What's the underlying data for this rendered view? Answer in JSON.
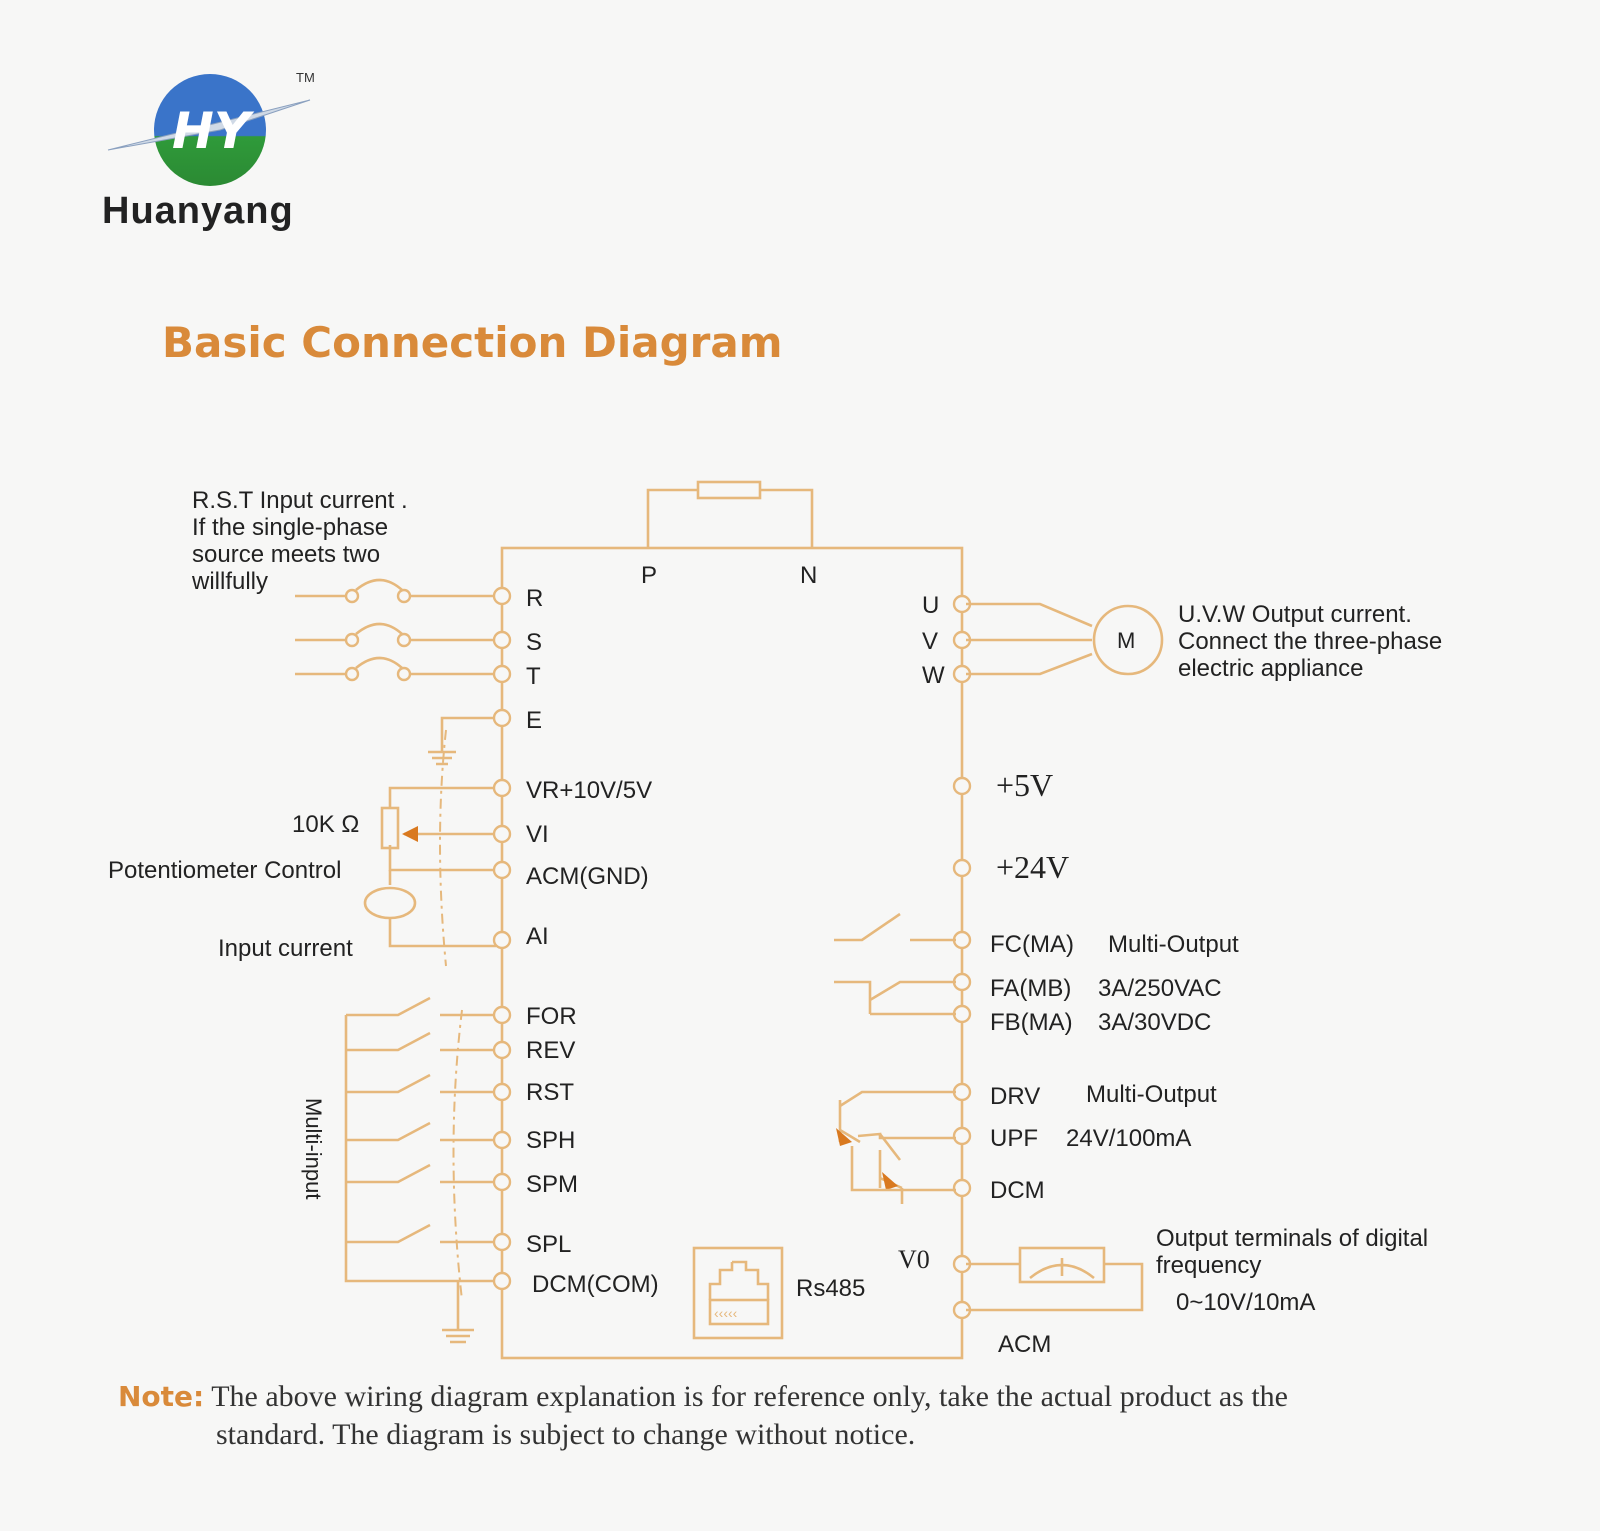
{
  "brand": {
    "name": "Huanyang",
    "tm": "TM",
    "logo_letters": "HY"
  },
  "title": "Basic Connection Diagram",
  "note": {
    "label": "Note:",
    "line1": "The above wiring diagram explanation is for reference only, take the actual product as the",
    "line2": "standard. The diagram is subject to change without notice."
  },
  "annotations": {
    "rst_input": [
      "R.S.T Input current .",
      "If the single-phase",
      "source meets two",
      "willfully"
    ],
    "uvw_output": [
      "U.V.W Output current.",
      "Connect the three-phase",
      "electric appliance"
    ],
    "resistor_value": "10K Ω",
    "potentiometer": "Potentiometer Control",
    "input_current": "Input current",
    "multi_input": "Multi-input",
    "digital_freq": [
      "Output terminals of digital",
      "frequency",
      "0~10V/10mA"
    ],
    "motor": "M",
    "rs485": "Rs485"
  },
  "terminals": {
    "top": [
      "P",
      "N"
    ],
    "left": [
      "R",
      "S",
      "T",
      "E",
      "VR+10V/5V",
      "VI",
      "ACM(GND)",
      "AI",
      "FOR",
      "REV",
      "RST",
      "SPH",
      "SPM",
      "SPL",
      "DCM(COM)"
    ],
    "right_uvw": [
      "U",
      "V",
      "W"
    ],
    "right": [
      "+5V",
      "+24V",
      "FC(MA)",
      "FA(MB)",
      "FB(MA)",
      "DRV",
      "UPF",
      "DCM",
      "V0",
      "ACM"
    ],
    "right_notes": {
      "relay": [
        "Multi-Output",
        "3A/250VAC",
        "3A/30VDC"
      ],
      "transistor": [
        "Multi-Output",
        "24V/100mA"
      ]
    }
  },
  "colors": {
    "wire": "#e6b87c",
    "accent": "#d98a3a",
    "arrow": "#d9791f",
    "logo_blue": "#2a62b8",
    "logo_green": "#2f9a3a"
  }
}
